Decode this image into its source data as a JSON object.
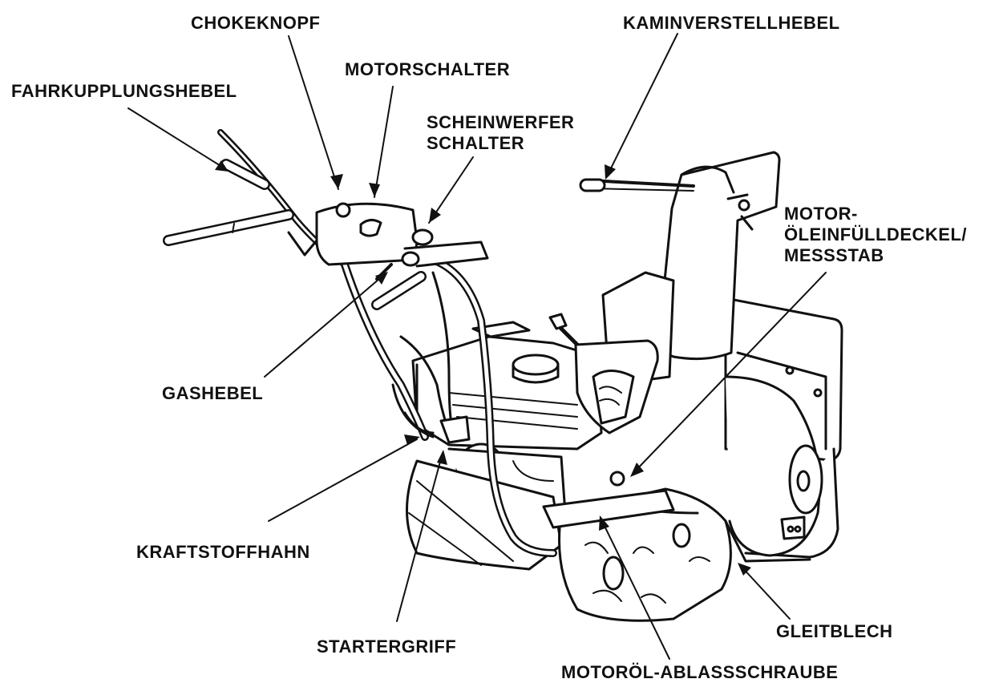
{
  "diagram": {
    "labels": {
      "chokeknopf": "CHOKEKNOPF",
      "kaminverstellhebel": "KAMINVERSTELLHEBEL",
      "motorschalter": "MOTORSCHALTER",
      "fahrkupplungshebel": "FAHRKUPPLUNGSHEBEL",
      "scheinwerfer_line1": "SCHEINWERFER",
      "scheinwerfer_line2": "SCHALTER",
      "motor_oel_line1": "MOTOR-",
      "motor_oel_line2": "ÖLEINFÜLLDECKEL/",
      "motor_oel_line3": "MESSSTAB",
      "gashebel": "GASHEBEL",
      "kraftstoffhahn": "KRAFTSTOFFHAHN",
      "startergriff": "STARTERGRIFF",
      "gleitblech": "GLEITBLECH",
      "motoroel_ablass": "MOTORÖL-ABLASSSCHRAUBE"
    }
  }
}
